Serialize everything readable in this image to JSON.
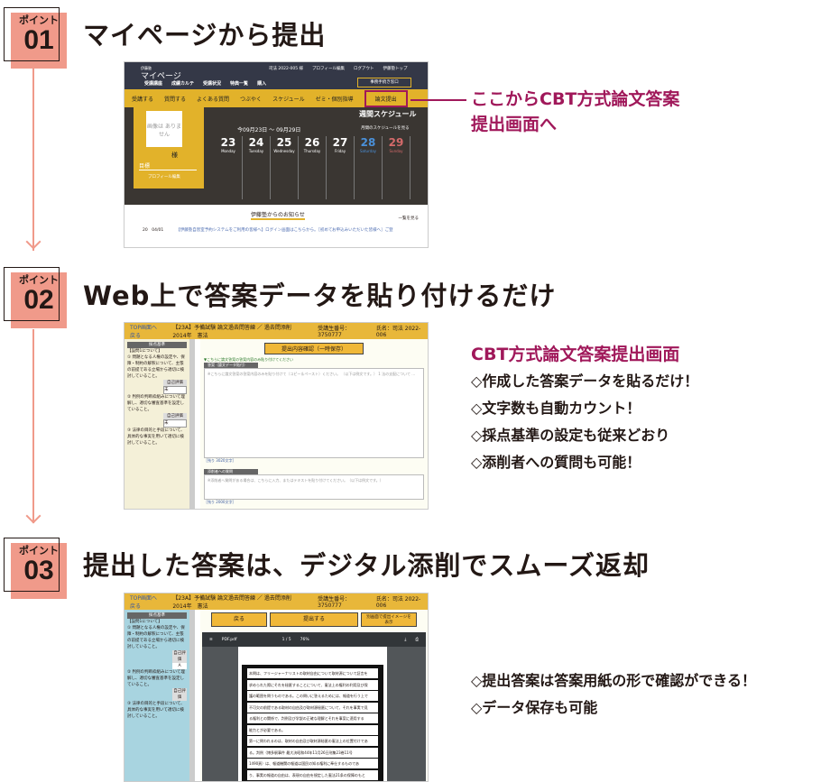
{
  "points": [
    {
      "label": "ポイント",
      "number": "01",
      "heading": "マイページから提出"
    },
    {
      "label": "ポイント",
      "number": "02",
      "heading": "Web上で答案データを貼り付けるだけ"
    },
    {
      "label": "ポイント",
      "number": "03",
      "heading": "提出した答案は、デジタル添削でスムーズ返却"
    }
  ],
  "callout1": [
    "ここからCBT方式論文答案",
    "提出画面へ"
  ],
  "list2": {
    "title": "CBT方式論文答案提出画面",
    "items": [
      "◇作成した答案データを貼るだけ！",
      "◇文字数も自動カウント！",
      "◇採点基準の設定も従来どおり",
      "◇添削者への質問も可能！"
    ]
  },
  "list3": {
    "items": [
      "◇提出答案は答案用紙の形で確認ができる！",
      "◇データ保存も可能"
    ]
  },
  "shot1": {
    "logo_small": "伊藤塾",
    "logo": "マイページ",
    "top_links": [
      "司法 2022-005 様",
      "プロフィール編集",
      "ログアウト",
      "伊藤塾トップ"
    ],
    "tabs": [
      "受講講座",
      "成績カルテ",
      "受講状況",
      "特典一覧",
      "購入"
    ],
    "exam_btn": "事務手続き窓口",
    "nav": [
      "受講する",
      "質問する",
      "よくある質問",
      "つぶやく",
      "スケジュール",
      "ゼミ・個別指導",
      "論文提出"
    ],
    "photo": "画像は ありません",
    "sama": "様",
    "goal": "目標",
    "profile": "プロフィール編集",
    "schedule_title": "週間スケジュール",
    "week": "今09月23日 〜 09月29日",
    "month_link": "月間のスケジュールを見る",
    "days": [
      {
        "n": "23",
        "d": "Monday"
      },
      {
        "n": "24",
        "d": "Tuesday"
      },
      {
        "n": "25",
        "d": "Wednesday"
      },
      {
        "n": "26",
        "d": "Thursday"
      },
      {
        "n": "27",
        "d": "Friday"
      },
      {
        "n": "28",
        "d": "Saturday"
      },
      {
        "n": "29",
        "d": "Sunday"
      }
    ],
    "news_title": "伊藤塾からのお知らせ",
    "news_more": "一覧を見る",
    "news_date": "20　04/01",
    "news_text": "【伊藤塾自習室予約システムをご利用の皆様へ】ログイン画面はこちらから。［初めてお申込みいただいた皆様へ］ご登"
  },
  "shot2": {
    "back": "TOP画面へ戻る",
    "title": "【23A】予備試験 論文過去問答練 ／ 過去問添削　2014年　憲法",
    "receipt": "受講生番号：3750777",
    "student": "氏名：司法 2022-006",
    "confirm_btn": "提出内容確認（一時保存）",
    "hint": "▼こちらに論文答案の答案内容のみ貼り付けてください",
    "box1_tab": "答案（論文データ貼付）",
    "box1_text": "※こちらに論文答案の答案内容のみを貼り付けて（コピー＆ペースト）ください。 （以下は例文です。） 1 法の支配について …",
    "count1": "［残り 3020文字］",
    "box2_tab": "添削者への質問",
    "box2_text": "※添削者へ質問がある場合は、こちらに入力、またはテキストを貼り付けてください。（以下は例文です。）",
    "count2": "［残り 2000文字］",
    "side_head": "採点基準",
    "side_q1": "【設問1について】",
    "side_items": [
      "① 問題となる人権の設定や、保障・制約の解釈について、主張の前提である立場から適切に検討していること。",
      "② 判例の判断枠組みについて理解し、適切な審査基準を設定していること。",
      "③ 法律の目的と手段について、具体的な事実を用いて適切に検討していること。"
    ],
    "self_eval": "自己評価",
    "select_val": "未"
  },
  "shot3": {
    "buttons": [
      "戻る",
      "提出する",
      "別画面で提出イメージを表示"
    ],
    "pdf_name": "PDF.pdf",
    "page": "1 / 5",
    "zoom": "76%",
    "answer_lines": [
      "本問は、フリージャーナリストの取材自由について取材源について証言を",
      "求められた際にそれを秘匿することについて、憲法上の権利の利用及び保",
      "護の範囲を問うものである。この問いに答えるためには、報道を行う上で",
      "不可欠の前提である取材の自由及び取材源秘匿について、それを事実で見",
      "る権利との関係で、判例及び学説の正確な理解とそれを事案に適用する",
      "能力とが必要である。",
      "第一に問われるのは、取材の自由及び取材源秘匿の憲法上の位置付けであ",
      "る。判例（博多駅事件 最大決昭和44年11月26日刑集23巻11号",
      "1490頁）は、報道機関の報道は国民の知る権利に奉仕するものであ",
      "り、事実の報道の自由は、表現の自由を規定した憲法21条の保障のもと"
    ],
    "grade": "A"
  }
}
